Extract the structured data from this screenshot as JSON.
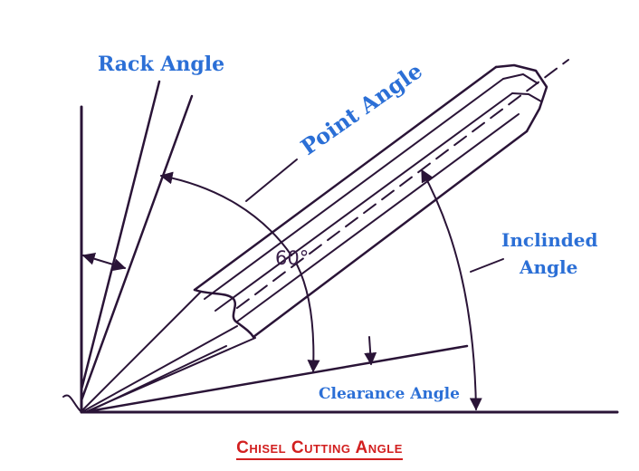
{
  "diagram": {
    "labels": {
      "rack_angle": "Rack Angle",
      "point_angle": "Point Angle",
      "inclined_line1": "Inclinded",
      "inclined_line2": "Angle",
      "angle_value": "60°",
      "clearance_angle": "Clearance Angle"
    },
    "title": "Chisel Cutting Angle",
    "colors": {
      "label_blue": "#2b6fd6",
      "title_red": "#d21f1f",
      "ink": "#2a1437"
    }
  }
}
